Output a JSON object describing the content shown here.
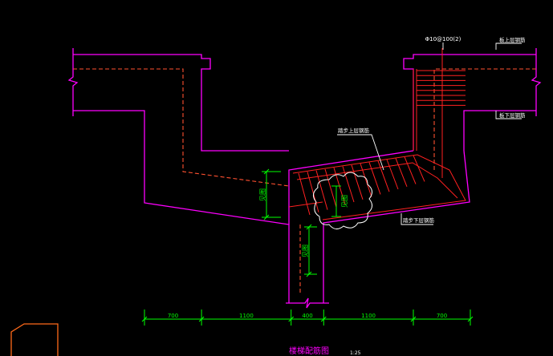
{
  "drawing": {
    "colors": {
      "background": "#000000",
      "slab_outline": "#ff00ff",
      "rebar": "#ff2020",
      "hidden_rebar": "#ff5030",
      "dimension": "#00ff00",
      "leader": "#ffffff",
      "annotation_text": "#ffffff",
      "title_text": "#ff00ff",
      "corner_mark": "#ff6a1a"
    },
    "annotations": {
      "rebar_spec": "Φ10@100(2)",
      "top_note_upper": "板上层钢筋",
      "top_note_lower": "板下层钢筋",
      "left_note_upper": "踏步上层钢筋",
      "left_note_lower": "踏步下层钢筋"
    },
    "vertical_dims": {
      "left": "见图",
      "cloud": "见图",
      "bottom": "见图"
    },
    "dimension_chain": [
      "700",
      "1100",
      "400",
      "1100",
      "700"
    ],
    "title": {
      "main": "楼梯配筋图",
      "scale": "1:25"
    }
  }
}
